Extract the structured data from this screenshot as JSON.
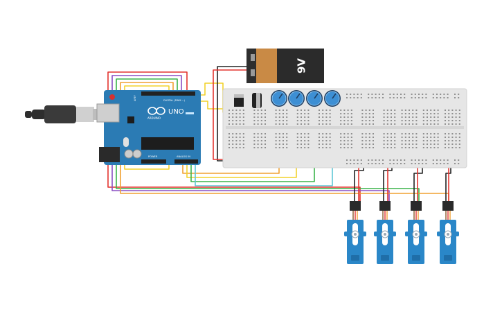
{
  "diagram": {
    "board": {
      "name": "UNO",
      "digital_label": "DIGITAL (PWM ~)",
      "power_label": "POWER",
      "analog_label": "ANALOG IN",
      "aref_label": "AREF",
      "brand": "ARDUINO"
    },
    "battery": {
      "label": "9V"
    },
    "potentiometer_count": 4,
    "servo_count": 4,
    "colors": {
      "board": "#2b7bb4",
      "breadboard": "#e6e6e6",
      "battery_body": "#2b2b2b",
      "battery_cap": "#c98a45",
      "servo": "#2a87c8",
      "pot": "#3d8fd4",
      "wire_red": "#e3342f",
      "wire_black": "#222222",
      "wire_orange": "#f0a030",
      "wire_yellow": "#f2d22c",
      "wire_green": "#3ab34a",
      "wire_purple": "#8a4fc4",
      "wire_cyan": "#5ec6d6"
    }
  }
}
